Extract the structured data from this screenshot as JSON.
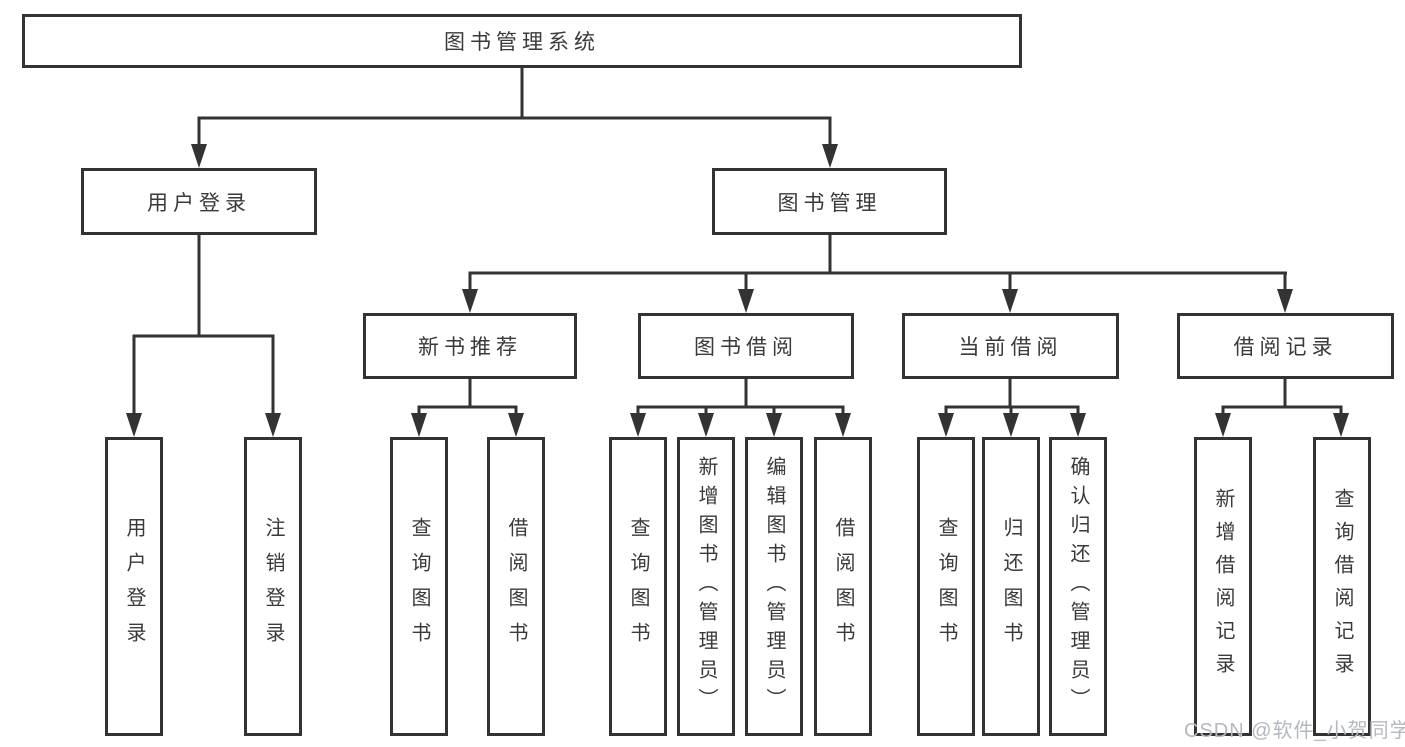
{
  "diagram_type": "hierarchy-tree",
  "colors": {
    "line": "#333333",
    "text": "#3a3a3a",
    "background": "#ffffff",
    "watermark": "#b5b8bf"
  },
  "tree": {
    "root": {
      "label": "图书管理系统",
      "children": [
        {
          "label": "用户登录",
          "children": [
            {
              "label": "用户登录"
            },
            {
              "label": "注销登录"
            }
          ]
        },
        {
          "label": "图书管理",
          "children": [
            {
              "label": "新书推荐",
              "children": [
                {
                  "label": "查询图书"
                },
                {
                  "label": "借阅图书"
                }
              ]
            },
            {
              "label": "图书借阅",
              "children": [
                {
                  "label": "查询图书"
                },
                {
                  "label": "新增图书（管理员）"
                },
                {
                  "label": "编辑图书（管理员）"
                },
                {
                  "label": "借阅图书"
                }
              ]
            },
            {
              "label": "当前借阅",
              "children": [
                {
                  "label": "查询图书"
                },
                {
                  "label": "归还图书"
                },
                {
                  "label": "确认归还（管理员）"
                }
              ]
            },
            {
              "label": "借阅记录",
              "children": [
                {
                  "label": "新增借阅记录"
                },
                {
                  "label": "查询借阅记录"
                }
              ]
            }
          ]
        }
      ]
    }
  },
  "watermark": {
    "text": "CSDN @软件_小贺同学"
  }
}
